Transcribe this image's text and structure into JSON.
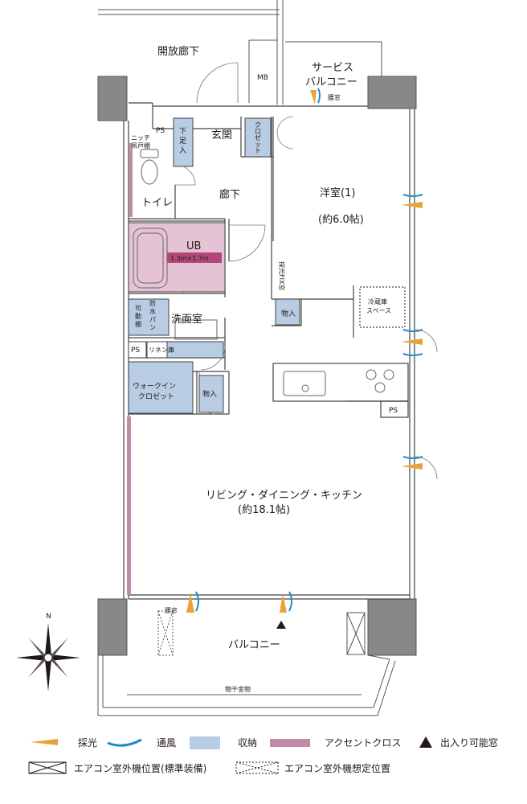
{
  "rooms": {
    "open_corridor": "開放廊下",
    "mb": "MB",
    "service_balcony": [
      "サービス",
      "バルコニー"
    ],
    "louver": "腰窓",
    "ps_top": "PS",
    "niche": [
      "ニッチ",
      "吊戸棚"
    ],
    "shoe_box": [
      "下",
      "足",
      "入"
    ],
    "entrance": "玄関",
    "closet_vertical": [
      "ク",
      "ロ",
      "ゼ",
      "ッ",
      "ト"
    ],
    "toilet": "トイレ",
    "hallway": "廊下",
    "western_room": "洋室(1)",
    "western_room_size": "(約6.0帖)",
    "ub": "UB",
    "ub_size": "1.3m×1.7m",
    "fix_window": "採光FIX窓",
    "storage1": "物入",
    "fridge": [
      "冷蔵庫",
      "スペース"
    ],
    "movable_shelf": [
      "可",
      "動",
      "棚"
    ],
    "waterproof_pan": [
      "防",
      "水",
      "パ",
      "ン"
    ],
    "washroom": "洗面室",
    "ps_mid": "PS",
    "linen": "リネン庫",
    "walkin": [
      "ウォークイン",
      "クロゼット"
    ],
    "storage2": "物入",
    "ps_kitchen": "PS",
    "ldk": "リビング・ダイニング・キッチン",
    "ldk_size": "(約18.1帖)",
    "louver_balcony": "腰窓",
    "balcony": "バルコニー",
    "drying": "物干金物",
    "north": "N"
  },
  "legend": {
    "light": "採光",
    "wind": "通風",
    "storage": "収納",
    "accent": "アクセントクロス",
    "entry_window": "出入り可能窓",
    "ac_standard": "エアコン室外機位置(標準装備)",
    "ac_planned": "エアコン室外機想定位置"
  },
  "colors": {
    "light": "#E8A23A",
    "wind": "#1E8CC8",
    "storage": "#B8CCE4",
    "accent": "#C48BA8",
    "ub_fill": "#E6C3D4",
    "ub_label": "#B0487A",
    "wall": "#888888"
  }
}
